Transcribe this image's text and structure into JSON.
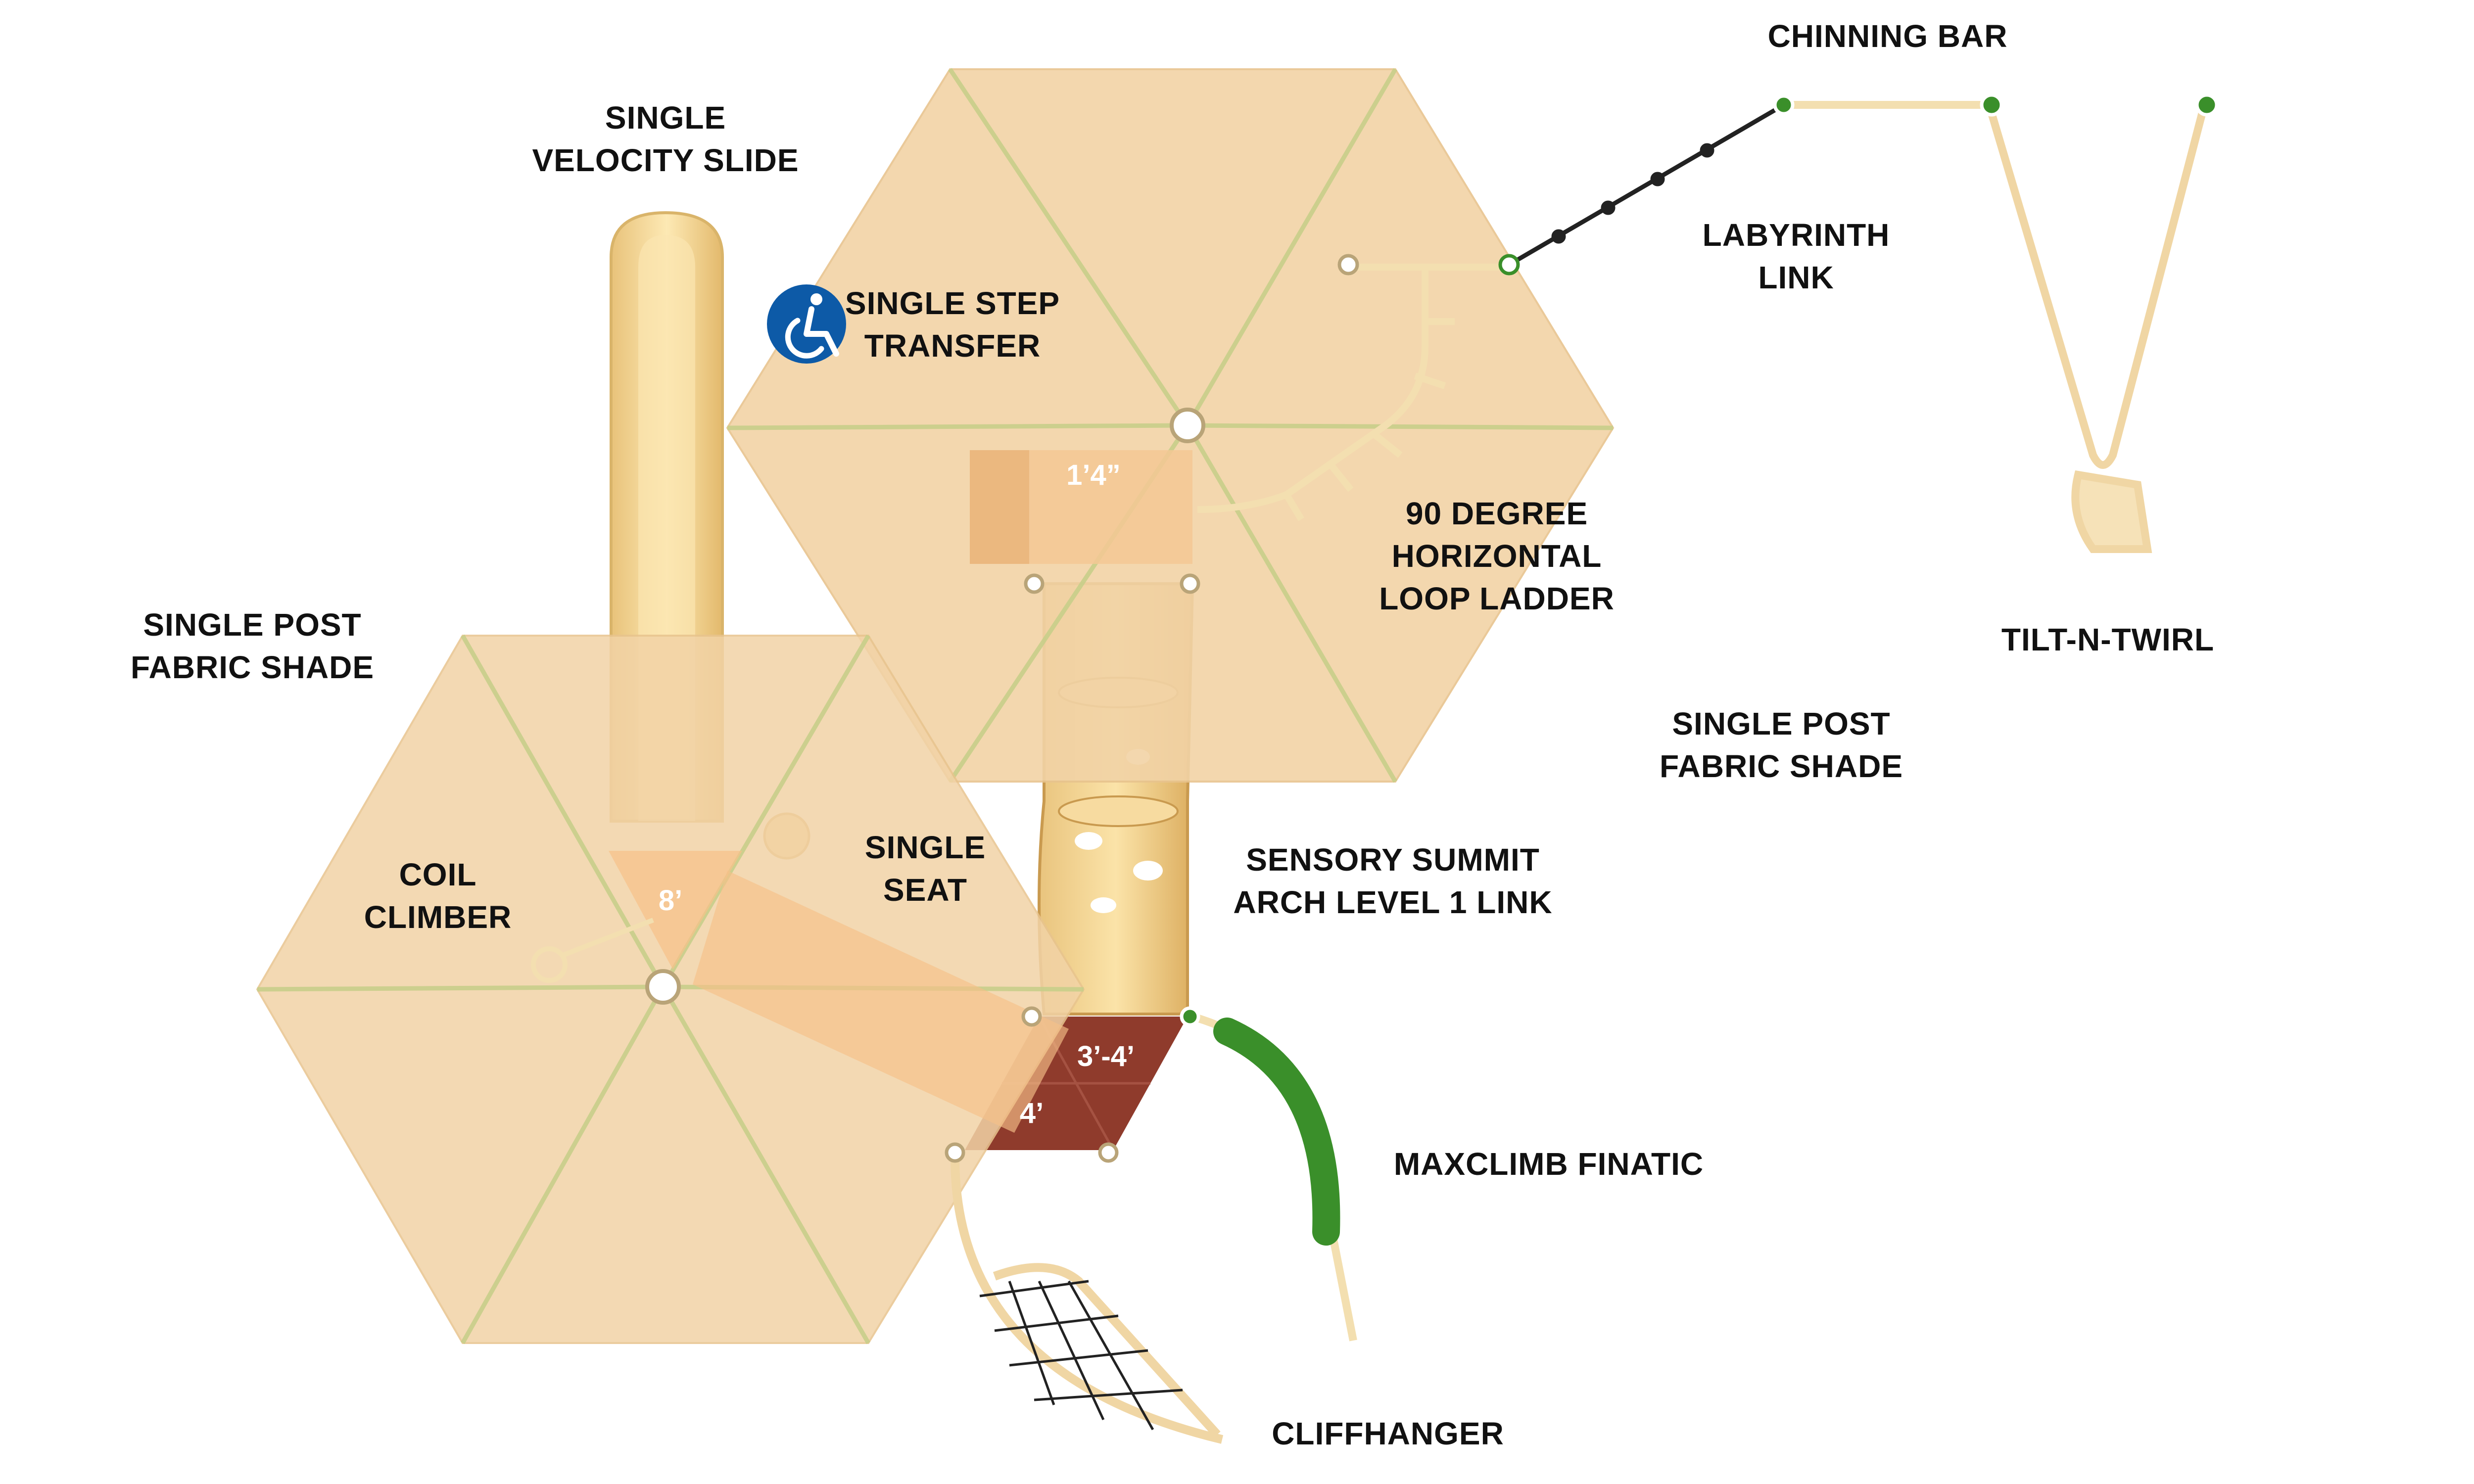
{
  "labels": {
    "chinning_bar": "CHINNING BAR",
    "slide_1": "SINGLE",
    "slide_2": "VELOCITY SLIDE",
    "step_1": "SINGLE STEP",
    "step_2": "TRANSFER",
    "labyrinth_1": "LABYRINTH",
    "labyrinth_2": "LINK",
    "loop_1": "90 DEGREE",
    "loop_2": "HORIZONTAL",
    "loop_3": "LOOP LADDER",
    "tilt": "TILT-N-TWIRL",
    "shade_left_1": "SINGLE POST",
    "shade_left_2": "FABRIC SHADE",
    "shade_right_1": "SINGLE POST",
    "shade_right_2": "FABRIC SHADE",
    "coil_1": "COIL",
    "coil_2": "CLIMBER",
    "seat_1": "SINGLE",
    "seat_2": "SEAT",
    "summit_1": "SENSORY SUMMIT",
    "summit_2": "ARCH LEVEL 1 LINK",
    "maxclimb": "MAXCLIMB FINATIC",
    "cliffhanger": "CLIFFHANGER"
  },
  "dims": {
    "step_height": "1’4”",
    "slide_deck": "8’",
    "deck_a": "3’-4’",
    "deck_b": "4’"
  },
  "icons": {
    "accessibility": "wheelchair-accessibility-icon"
  },
  "colors": {
    "shade": "#f2d3a6",
    "frame": "#f3dfb0",
    "deck": "#8f3b2c",
    "climber_green": "#3a8f2a",
    "access_blue": "#0d5aa7"
  }
}
